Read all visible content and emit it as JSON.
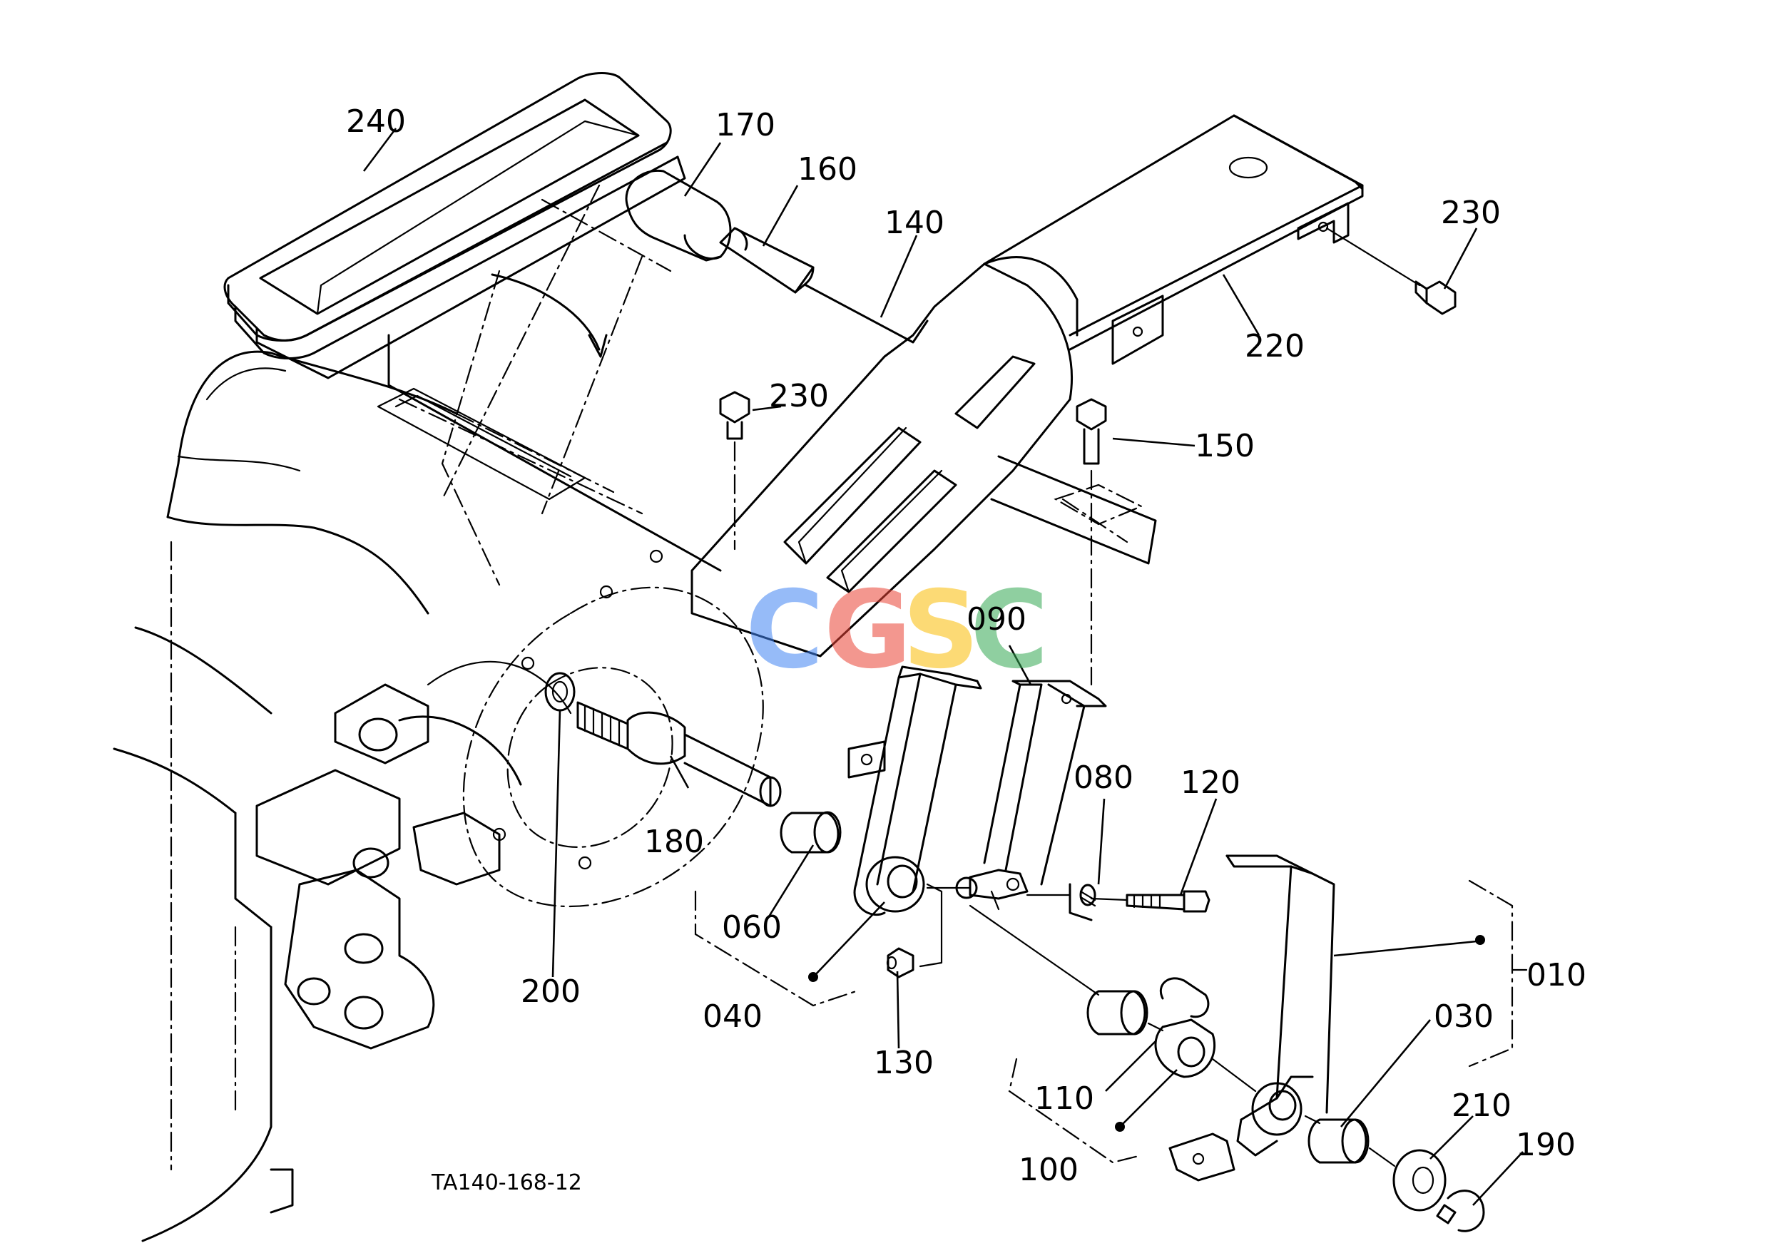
{
  "drawing_code": "TA140-168-12",
  "watermark": {
    "letters": [
      "C",
      "G",
      "S",
      "C"
    ],
    "colors": [
      "#4285f4",
      "#ea4335",
      "#fbbc05",
      "#34a853"
    ]
  },
  "parts": [
    {
      "id": "p240",
      "number": "240"
    },
    {
      "id": "p170",
      "number": "170"
    },
    {
      "id": "p160",
      "number": "160"
    },
    {
      "id": "p140",
      "number": "140"
    },
    {
      "id": "p230a",
      "number": "230"
    },
    {
      "id": "p220",
      "number": "220"
    },
    {
      "id": "p230b",
      "number": "230"
    },
    {
      "id": "p150",
      "number": "150"
    },
    {
      "id": "p090",
      "number": "090"
    },
    {
      "id": "p080",
      "number": "080"
    },
    {
      "id": "p120",
      "number": "120"
    },
    {
      "id": "p180",
      "number": "180"
    },
    {
      "id": "p060",
      "number": "060"
    },
    {
      "id": "p200",
      "number": "200"
    },
    {
      "id": "p040",
      "number": "040"
    },
    {
      "id": "p130",
      "number": "130"
    },
    {
      "id": "p010",
      "number": "010"
    },
    {
      "id": "p030",
      "number": "030"
    },
    {
      "id": "p110",
      "number": "110"
    },
    {
      "id": "p210",
      "number": "210"
    },
    {
      "id": "p190",
      "number": "190"
    },
    {
      "id": "p100",
      "number": "100"
    }
  ]
}
